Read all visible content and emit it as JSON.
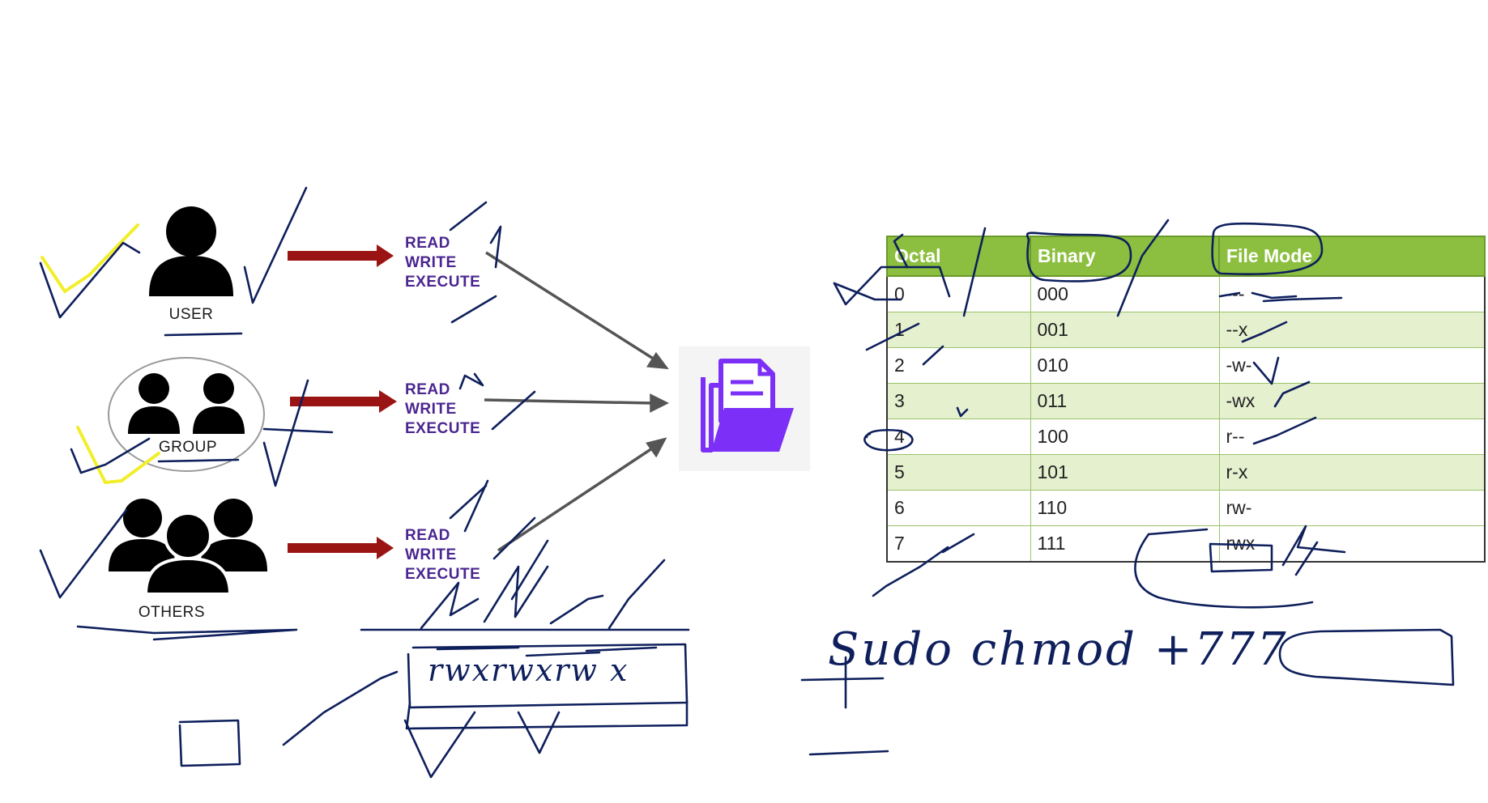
{
  "entities": [
    {
      "id": "user",
      "label": "USER",
      "icon": "user-icon"
    },
    {
      "id": "group",
      "label": "GROUP",
      "icon": "group-icon"
    },
    {
      "id": "others",
      "label": "OTHERS",
      "icon": "others-icon"
    }
  ],
  "permissions": {
    "read": "READ",
    "write": "WRITE",
    "execute": "EXECUTE"
  },
  "folder": {
    "icon": "folder-file-icon",
    "color": "#7b2ff7"
  },
  "colors": {
    "arrow_red": "#9b1414",
    "perm_text": "#4b2590",
    "table_header": "#8cbf3f",
    "table_alt_row": "#e5f0cf",
    "ink": "#0e1f5c",
    "highlighter": "#f2ee2a"
  },
  "table": {
    "headers": [
      "Octal",
      "Binary",
      "File Mode"
    ],
    "rows": [
      [
        "0",
        "000",
        "---"
      ],
      [
        "1",
        "001",
        "--x"
      ],
      [
        "2",
        "010",
        "-w-"
      ],
      [
        "3",
        "011",
        "-wx"
      ],
      [
        "4",
        "100",
        "r--"
      ],
      [
        "5",
        "101",
        "r-x"
      ],
      [
        "6",
        "110",
        "rw-"
      ],
      [
        "7",
        "111",
        "rwx"
      ]
    ]
  },
  "handwritten": {
    "permission_string": "rwxrwxrw x",
    "command": "Sudo chmod +777"
  }
}
